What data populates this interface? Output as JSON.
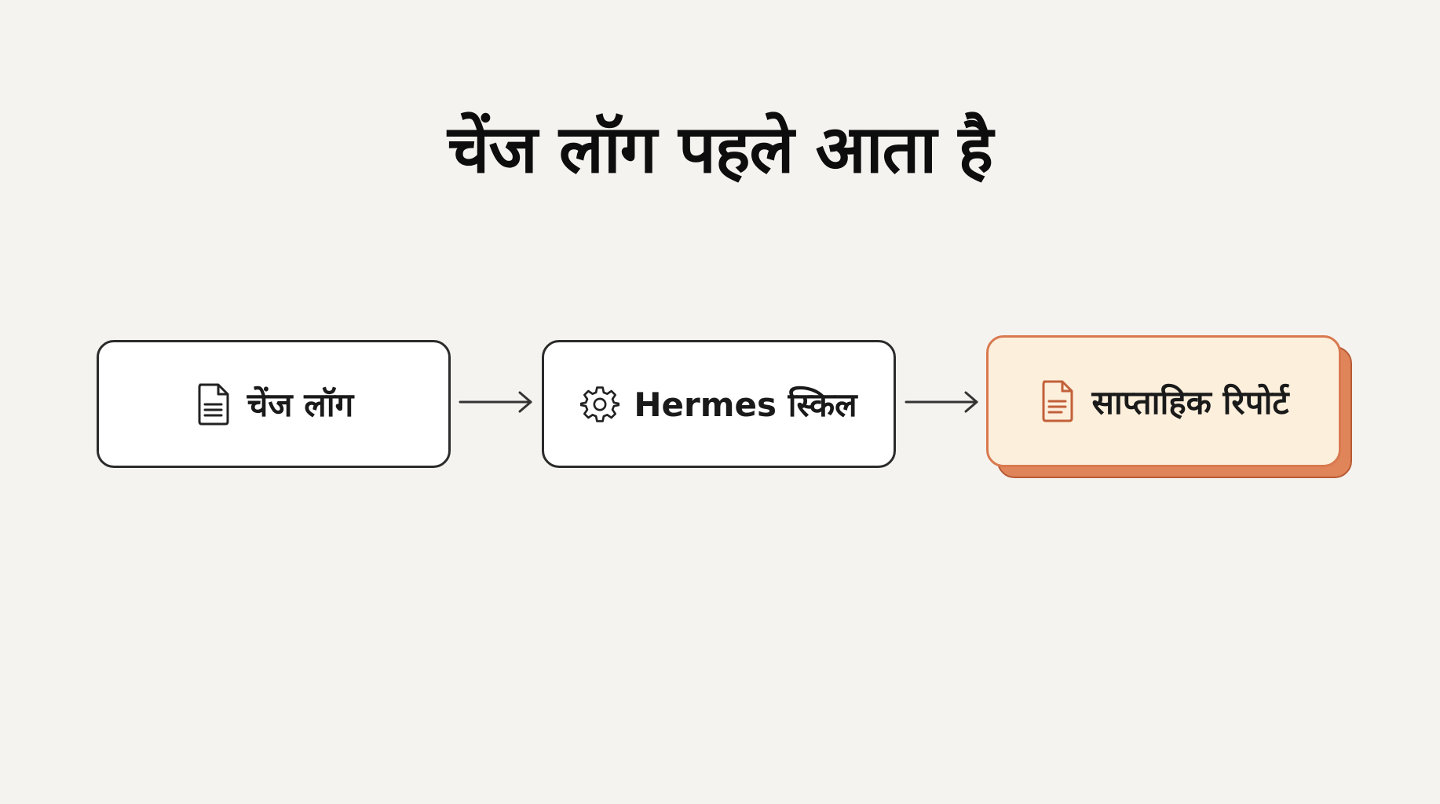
{
  "title": "चेंज लॉग पहले आता है",
  "flow": {
    "nodes": [
      {
        "label": "चेंज लॉग",
        "icon": "document-icon"
      },
      {
        "label": "Hermes स्किल",
        "icon": "gear-icon"
      },
      {
        "label": "साप्ताहिक रिपोर्ट",
        "icon": "document-icon"
      }
    ],
    "highlight_color": "#e08459",
    "highlight_fill": "#fcefdc"
  }
}
